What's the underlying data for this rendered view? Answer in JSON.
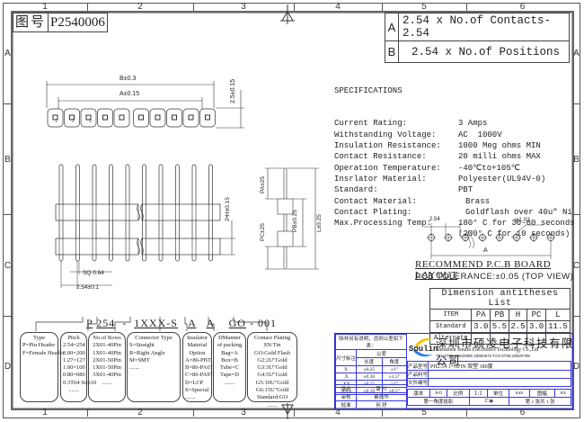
{
  "drawing_number": {
    "label": "图号",
    "value": "P2540006"
  },
  "grid": {
    "columns": [
      "1",
      "2",
      "3",
      "4",
      "5",
      "6"
    ],
    "rows": [
      "A",
      "B",
      "C",
      "D"
    ]
  },
  "dimension_formulas": [
    {
      "key": "A",
      "value": "2.54 x No.of Contacts-2.54"
    },
    {
      "key": "B",
      "value": "2.54 x No.of Positions"
    }
  ],
  "top_view": {
    "dim_b": "B±0.3",
    "dim_a": "A±0.15",
    "dim_height": "2.5±0.15",
    "pin_numbers": [
      "1",
      "2",
      "3"
    ]
  },
  "front_view": {
    "dim_h": "2•H±0.15",
    "dim_sq": "SQ 0.64",
    "dim_pitch": "2.54±0.1"
  },
  "side_view": {
    "dim_pa": "PA±25",
    "dim_pc": "PC±25",
    "dim_pb": "PB±0.25",
    "dim_l": "L±0.25"
  },
  "specifications": {
    "title": "SPECIFICATIONS",
    "lines": [
      {
        "label": "Current Rating:",
        "value": "3 Amps"
      },
      {
        "label": "Withstanding Voltage:",
        "value": "AC  1000V"
      },
      {
        "label": "Insulation Resistance:",
        "value": "1000 Meg ohms MIN"
      },
      {
        "label": "Contact Resistance:",
        "value": "20 milli ohms MAX"
      },
      {
        "label": "Operation Temperature:",
        "value": "-40℃to+105℃"
      },
      {
        "label": "Insrlator Material:",
        "value": "Polyester(UL94V-0)"
      },
      {
        "label": "Standard:",
        "value": "PBT"
      },
      {
        "label": "Contact Material:",
        "value": "Brass"
      },
      {
        "label": "Contact Plating:",
        "value": "Goldflash over 40u\" Ni"
      },
      {
        "label": "Max.Processing Temp:",
        "value": "180° C for 30-60 seconds"
      },
      {
        "label": "",
        "value": "(200° C for 10 seconds)"
      }
    ]
  },
  "pcb_layout": {
    "pitch": "2.54",
    "hole": "φ1.02",
    "dim": "A",
    "title": "RECOMMEND P.C.B BOARD LAYOUT",
    "tolerance": "PCB TOLERANCE:±0.05 (TOP VIEW)"
  },
  "dimension_list": {
    "title": "Dimension antitheses List",
    "headers": [
      "ITEM",
      "PA",
      "PB",
      "H",
      "PC",
      "L"
    ],
    "rows": [
      [
        "Standard",
        "3.0",
        "5.5",
        "2.5",
        "3.0",
        "11.5"
      ],
      [
        "Alternate",
        "",
        "",
        "",
        "",
        ""
      ]
    ]
  },
  "part_number": {
    "segments": [
      "P",
      "254",
      "-",
      "1XXX-S",
      "A",
      "A",
      "GO",
      "-",
      "001"
    ]
  },
  "code_boxes": [
    {
      "title": "Type",
      "lines": [
        "P=Pin Header",
        "F=Female Header"
      ]
    },
    {
      "title": "Pitch",
      "lines": [
        "2.54=254",
        "2.00=200",
        "1.27=127",
        "1.00=100",
        "0.80=080",
        "0.3T64 Sim10",
        "......."
      ]
    },
    {
      "title": "No.of Rows",
      "lines": [
        "2X01-40Pin",
        "1X01-40Pin",
        "2X01-50Pin",
        "1X01-50Pin",
        "3X01-40Pin",
        "......."
      ]
    },
    {
      "title": "Connector Type",
      "lines": [
        "S=Straight",
        "R=Right Angle",
        "M=SMT",
        "......."
      ]
    },
    {
      "title": "Insulator Material Option",
      "lines": [
        "A=86-PBT",
        "B=86-PA6T",
        "C=86-PA9T",
        "D=LCP",
        "S=Special",
        "......."
      ]
    },
    {
      "title": "DManner of packing",
      "lines": [
        "Bag=A",
        "Box=B",
        "Tube=C",
        "Tape=D",
        "......."
      ]
    },
    {
      "title": "Contact Plating",
      "lines": [
        "SN:Tin",
        "GO:Gold Flash",
        "G2:2U\"Gold",
        "G3:3U\"Gold",
        "G4:5U\"Gold",
        "G5:10U\"Gold",
        "G6:15U\"Gold",
        "Standard:GO",
        "......."
      ]
    }
  ],
  "title_block": {
    "tolerance_header": "除非另有说明，否则公差如下表：",
    "tolerance_col_label": "尺寸标注",
    "tolerance_group": "公差",
    "tolerance_cols": [
      "长度",
      "角度"
    ],
    "tolerance_rows": [
      [
        "X",
        "±0.25",
        "±1°"
      ],
      [
        ".X",
        "±0.30",
        "±1.5°"
      ],
      [
        ".XX",
        "±0.15",
        "±1°"
      ],
      [
        ".XXX",
        "±0.10",
        "±0.5°"
      ]
    ],
    "signoff": [
      {
        "role": "设计",
        "name": "萧 川"
      },
      {
        "role": "审核",
        "name": "蔡逸华"
      },
      {
        "role": "批准",
        "name": "何 抒"
      }
    ],
    "logo_text": "Soulin",
    "company_cn": "深圳市硕凌电子科技有限公司",
    "company_en": "Shenzhen Soulin Electronics Technology Co.,Ltd",
    "company_tel": "TEL:0755-29520896  33853672      FAX:0755-29520798",
    "product_model_label": "产品型号",
    "product_model": "PH2.54 1*NPIN    双塑 180度",
    "product_code_label": "产品料号",
    "product_code": "",
    "file_no_label": "文件编号",
    "file_no": "",
    "version_label": "版本",
    "version": "A/0",
    "scale_label": "比例",
    "scale": "1:1",
    "unit_label": "单位",
    "unit": "mm",
    "size_label": "图幅",
    "size": "A4",
    "projection": "第一角度投影",
    "sheet": "第 1 张共 1 张"
  }
}
